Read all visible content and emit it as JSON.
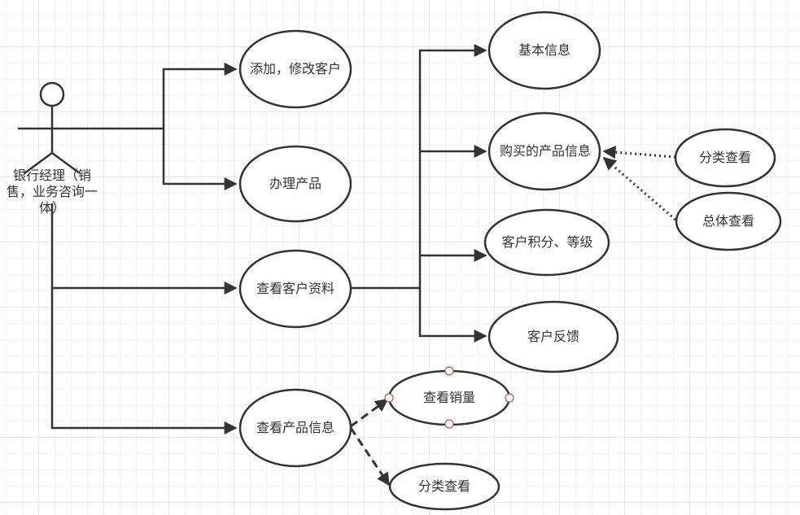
{
  "diagram": {
    "type": "use-case",
    "colors": {
      "stroke": "#333333",
      "text": "#333333",
      "handle": "#b85450",
      "grid": "#e6e6e6"
    },
    "actor": {
      "id": "actor",
      "label": "银行经理（销售，业务咨询一体）"
    },
    "use_cases": [
      {
        "id": "uc-add-modify",
        "label": "添加，修改客户"
      },
      {
        "id": "uc-handle-product",
        "label": "办理产品"
      },
      {
        "id": "uc-view-customer",
        "label": "查看客户资料"
      },
      {
        "id": "uc-view-product",
        "label": "查看产品信息"
      },
      {
        "id": "uc-basic-info",
        "label": "基本信息"
      },
      {
        "id": "uc-purchased",
        "label": "购买的产品信息"
      },
      {
        "id": "uc-points",
        "label": "客户积分、等级"
      },
      {
        "id": "uc-feedback",
        "label": "客户反馈"
      },
      {
        "id": "uc-cat-view-1",
        "label": "分类查看"
      },
      {
        "id": "uc-total-view",
        "label": "总体查看"
      },
      {
        "id": "uc-sales",
        "label": "查看销量",
        "selected": true
      },
      {
        "id": "uc-cat-view-2",
        "label": "分类查看"
      }
    ],
    "edges": [
      {
        "from": "actor",
        "to": "uc-add-modify",
        "style": "solid"
      },
      {
        "from": "actor",
        "to": "uc-handle-product",
        "style": "solid"
      },
      {
        "from": "actor",
        "to": "uc-view-customer",
        "style": "solid"
      },
      {
        "from": "actor",
        "to": "uc-view-product",
        "style": "solid"
      },
      {
        "from": "uc-view-customer",
        "to": "uc-basic-info",
        "style": "solid"
      },
      {
        "from": "uc-view-customer",
        "to": "uc-purchased",
        "style": "solid"
      },
      {
        "from": "uc-view-customer",
        "to": "uc-points",
        "style": "solid"
      },
      {
        "from": "uc-view-customer",
        "to": "uc-feedback",
        "style": "solid"
      },
      {
        "from": "uc-cat-view-1",
        "to": "uc-purchased",
        "style": "dotted"
      },
      {
        "from": "uc-total-view",
        "to": "uc-purchased",
        "style": "dotted"
      },
      {
        "from": "uc-view-product",
        "to": "uc-sales",
        "style": "dashed"
      },
      {
        "from": "uc-view-product",
        "to": "uc-cat-view-2",
        "style": "dashed"
      }
    ]
  }
}
